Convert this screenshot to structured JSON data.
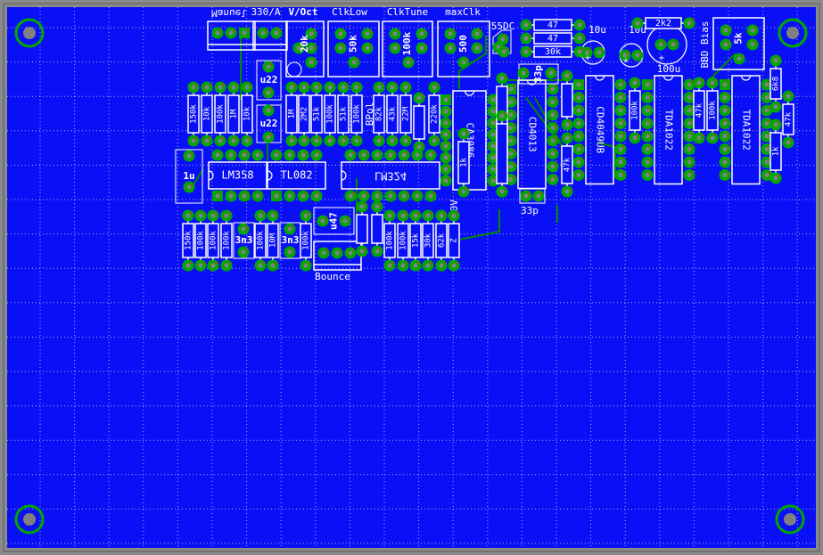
{
  "view": {
    "title": "PCB layout - BBD clocked delay board"
  },
  "colors": {
    "board": "#0a10f5",
    "copper": "#00a800",
    "silk": "#ffffff",
    "grid": "#d0d0ff",
    "frame": "#8a8a8a",
    "hole": "#808080"
  },
  "top_labels": [
    "Manuel",
    "330/A",
    "V/Oct",
    "ClkLow",
    "ClkTune",
    "maxClk",
    "55DC",
    "BBD Bias",
    "Bounce",
    "BPol",
    "10V",
    "33p"
  ],
  "trimmers": [
    "20k",
    "50k",
    "100k",
    "500",
    "5k"
  ],
  "ics": [
    "CA3086",
    "CD4013",
    "CD4049UB",
    "TDA1022",
    "TDA1022",
    "LM358",
    "TL082",
    "LM324"
  ],
  "caps": [
    "1u",
    "u22",
    "u22",
    "u47",
    "3n3",
    "3n3",
    "33p",
    "10u",
    "10u",
    "100u"
  ],
  "resistors_top": [
    "150k",
    "10k",
    "100k",
    "1M",
    "10k",
    "1M",
    "2M2",
    "51k",
    "100k",
    "51k",
    "100k",
    "82k",
    "43k",
    "22M",
    "220k"
  ],
  "resistors_bottom": [
    "150k",
    "100k",
    "100k",
    "100k",
    "100k",
    "10M",
    "100k",
    "100k",
    "100k",
    "15k",
    "30k",
    "62k",
    "Z"
  ],
  "resistors_right": [
    "47",
    "47",
    "30k",
    "2k2",
    "47k",
    "100k",
    "47k",
    "100k",
    "6k8",
    "47k",
    "1k",
    "1k"
  ]
}
